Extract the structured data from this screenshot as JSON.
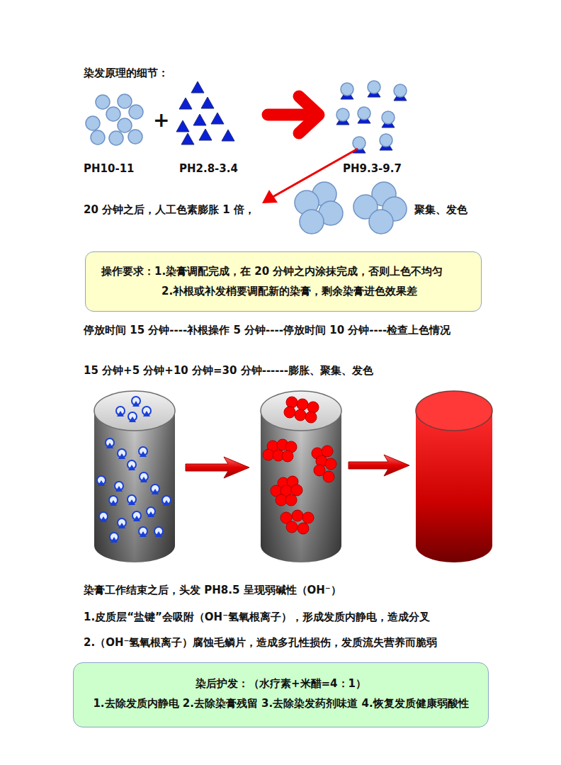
{
  "diagram": {
    "title": "染发原理的细节：",
    "nodes": [
      {
        "text": [
          "操作要求：1.染膏调配完成，在 20 分钟之内涂抹完成，否则上色不均匀",
          "2.补根或补发梢要调配新的染膏，剩余染膏进色效果差"
        ]
      },
      {
        "text": [
          "染后护发：（水疗素+米醋=4：1）",
          "1.去除发质内静电 2.去除染膏残留 3.去除染发药剂味道 4.恢复发质健康弱酸性"
        ]
      }
    ],
    "labels": [
      "+",
      "PH10-11",
      "PH2.8-3.4",
      "PH9.3-9.7",
      "20 分钟之后，人工色素膨胀 1 倍，",
      "聚集、发色",
      "停放时间 15 分钟----补根操作 5 分钟----停放时间 10 分钟----检查上色情况",
      "15 分钟+5 分钟+10 分钟=30 分钟------膨胀、聚集、发色",
      "染膏工作结束之后，头发 PH8.5 呈现弱碱性（OH⁻）",
      "1.皮质层“盐键”会吸附（OH⁻氢氧根离子），形成发质内静电，造成分叉",
      "2.（OH⁻氢氧根离子）腐蚀毛鳞片，造成多孔性损伤，发质流失营养而脆弱"
    ]
  }
}
